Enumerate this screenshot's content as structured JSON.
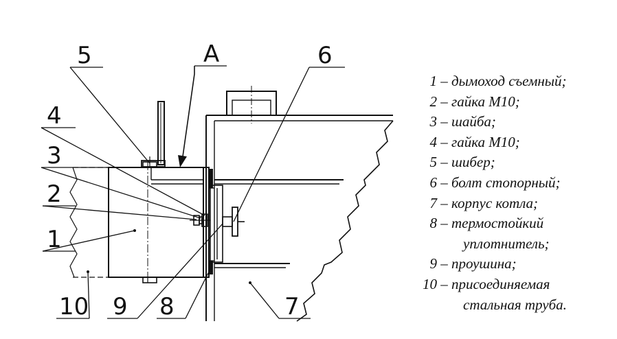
{
  "callouts": {
    "c5": "5",
    "cA": "A",
    "c6": "6",
    "c4": "4",
    "c3": "3",
    "c2": "2",
    "c1": "1",
    "c10": "10",
    "c9": "9",
    "c8": "8",
    "c7": "7"
  },
  "legend": [
    {
      "num": "1",
      "text": "– дымоход съемный;"
    },
    {
      "num": "2",
      "text": "– гайка М10;"
    },
    {
      "num": "3",
      "text": "– шайба;"
    },
    {
      "num": "4",
      "text": "– гайка М10;"
    },
    {
      "num": "5",
      "text": "– шибер;"
    },
    {
      "num": "6",
      "text": "– болт стопорный;"
    },
    {
      "num": "7",
      "text": "– корпус котла;"
    },
    {
      "num": "8",
      "text": "– термостойкий",
      "cont": "уплотнитель;"
    },
    {
      "num": "9",
      "text": "– проушина;"
    },
    {
      "num": "10",
      "text": "– присоединяемая",
      "cont": "стальная труба."
    }
  ]
}
